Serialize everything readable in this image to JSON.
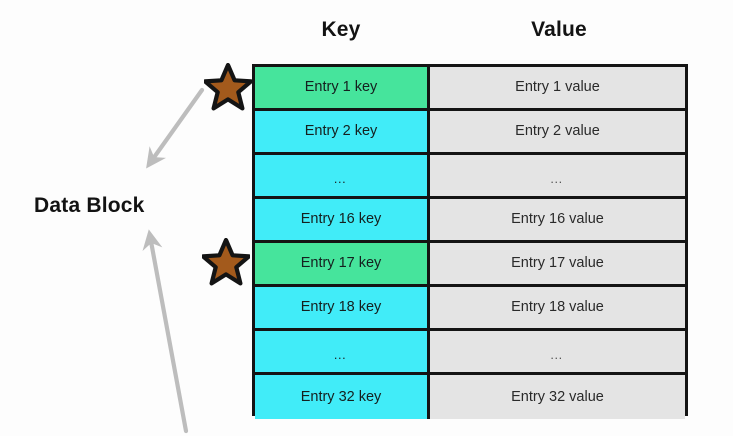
{
  "diagram": {
    "title_label": "Data Block",
    "columns": {
      "key_header": "Key",
      "value_header": "Value"
    },
    "colors": {
      "highlight_key": "#46e49c",
      "normal_key": "#41ecf8",
      "value_cell": "#e4e4e4",
      "border": "#141414",
      "star_fill": "#a35a1c",
      "star_outline": "#141414",
      "arrow": "#bdbdbd",
      "background": "#fdfdfd",
      "text": "#131313"
    },
    "rows": [
      {
        "key": "Entry 1 key",
        "value": "Entry 1 value",
        "highlighted": true,
        "ellipsis": false
      },
      {
        "key": "Entry 2 key",
        "value": "Entry 2 value",
        "highlighted": false,
        "ellipsis": false
      },
      {
        "key": "…",
        "value": "…",
        "highlighted": false,
        "ellipsis": true
      },
      {
        "key": "Entry 16 key",
        "value": "Entry 16 value",
        "highlighted": false,
        "ellipsis": false
      },
      {
        "key": "Entry 17 key",
        "value": "Entry 17 value",
        "highlighted": true,
        "ellipsis": false
      },
      {
        "key": "Entry 18 key",
        "value": "Entry 18 value",
        "highlighted": false,
        "ellipsis": false
      },
      {
        "key": "…",
        "value": "…",
        "highlighted": false,
        "ellipsis": true
      },
      {
        "key": "Entry 32 key",
        "value": "Entry 32 value",
        "highlighted": false,
        "ellipsis": false
      }
    ],
    "markers": [
      {
        "name": "star-top",
        "points_to_row": 0,
        "icon": "star-icon"
      },
      {
        "name": "star-middle",
        "points_to_row": 4,
        "icon": "star-icon"
      }
    ],
    "arrows": [
      {
        "name": "arrow-down-left",
        "icon": "arrow-icon",
        "direction": "down-left"
      },
      {
        "name": "arrow-up-left",
        "icon": "arrow-icon",
        "direction": "up-left"
      }
    ]
  }
}
